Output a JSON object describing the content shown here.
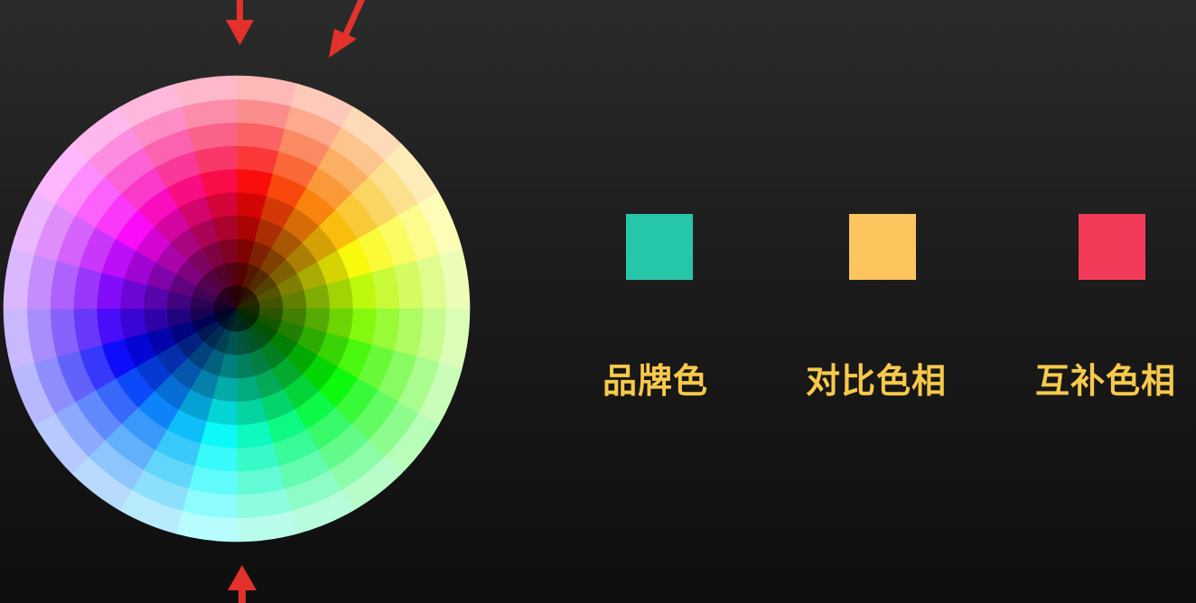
{
  "colors": {
    "arrow": "#e2322b",
    "label_text": "#f7c94b"
  },
  "color_wheel": {
    "hue_segments": 24,
    "rings": 10,
    "start_hue_deg": 0
  },
  "swatches": [
    {
      "color": "#26c6a9",
      "label": "品牌色"
    },
    {
      "color": "#fcc55d",
      "label": "对比色相"
    },
    {
      "color": "#f23b58",
      "label": "互补色相"
    }
  ]
}
